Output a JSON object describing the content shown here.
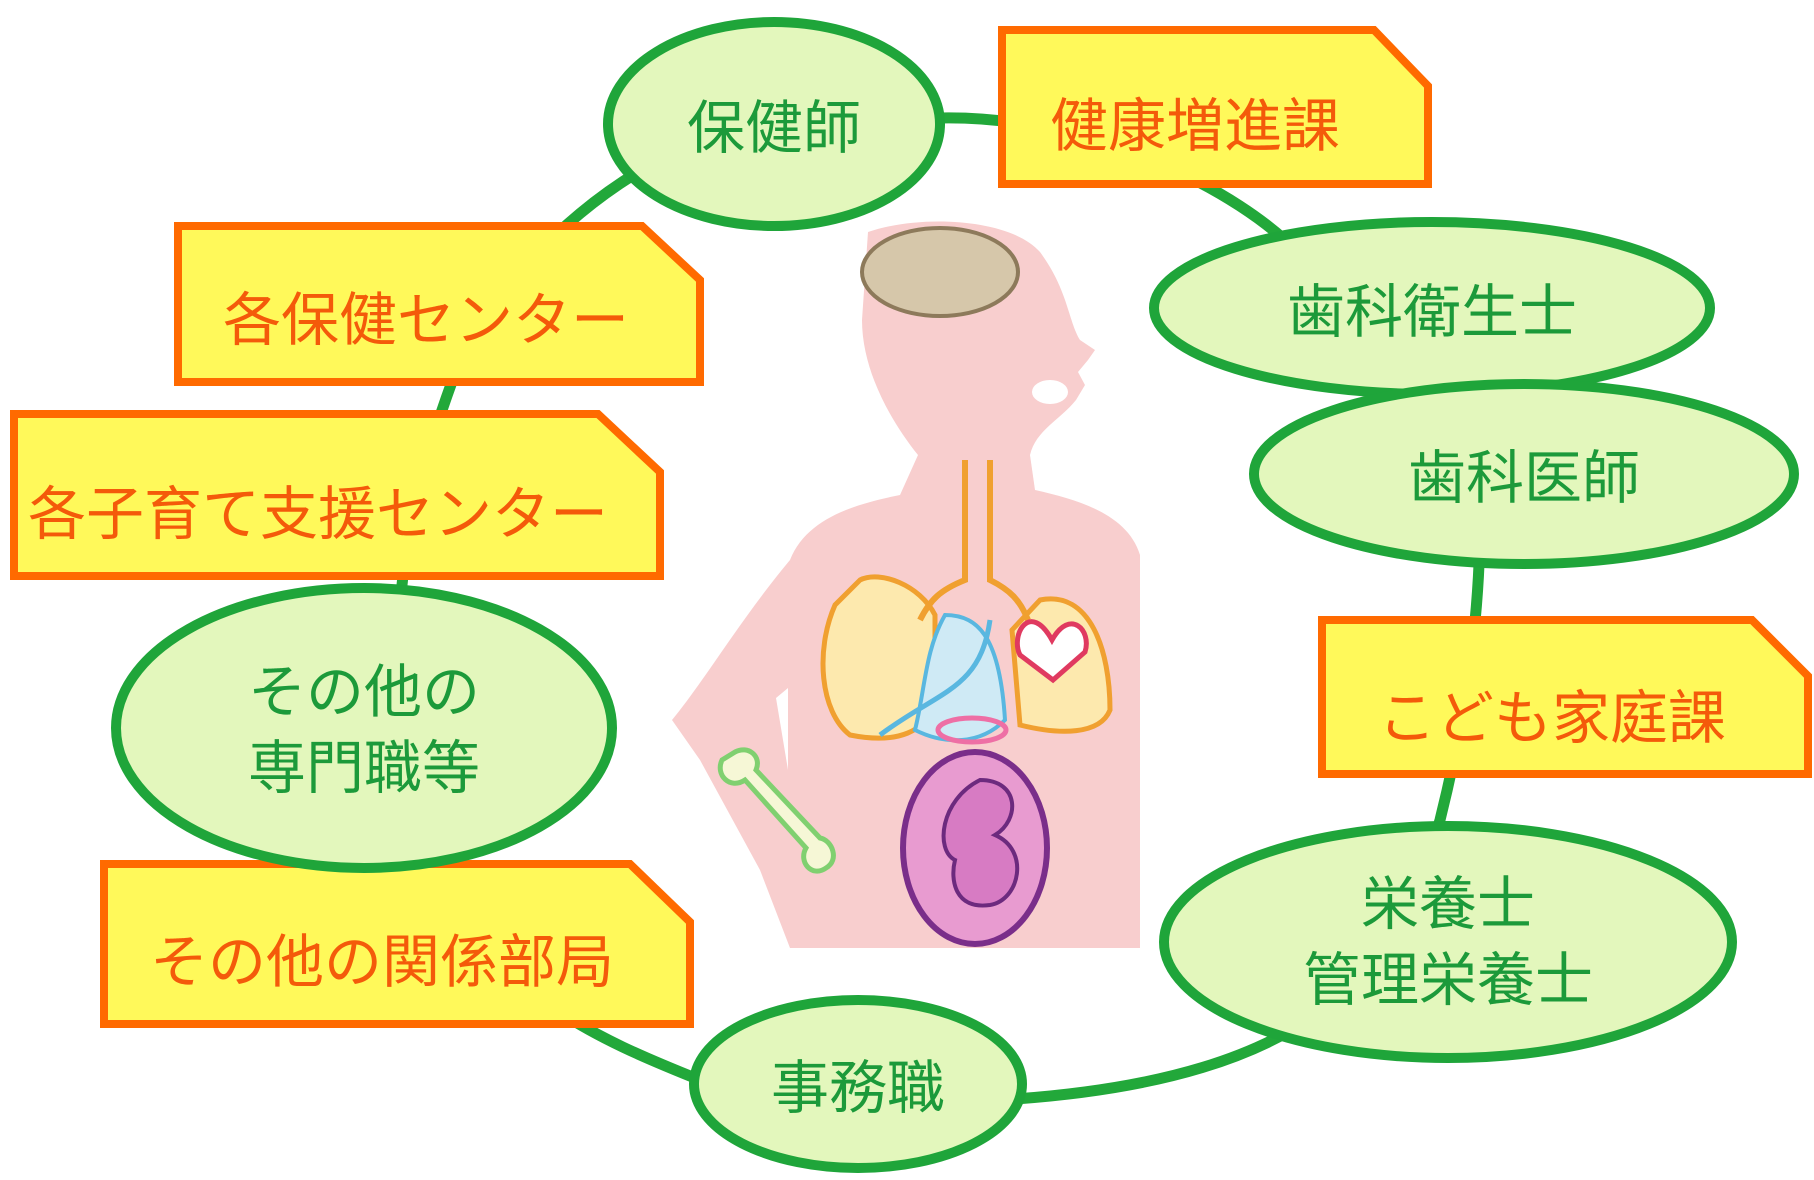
{
  "roles": {
    "public_health_nurse": "保健師",
    "dental_hygienist": "歯科衛生士",
    "dentist": "歯科医師",
    "dietitian_line1": "栄養士",
    "dietitian_line2": "管理栄養士",
    "clerical_staff": "事務職",
    "other_specialists_line1": "その他の",
    "other_specialists_line2": "専門職等"
  },
  "departments": {
    "health_promotion": "健康増進課",
    "health_centers": "各保健センター",
    "child_support_centers": "各子育て支援センター",
    "children_family": "こども家庭課",
    "other_departments": "その他の関係部局"
  },
  "colors": {
    "role_fill": "#e3f7bc",
    "role_stroke": "#1fa53a",
    "role_text": "#1c9a3a",
    "dept_fill": "#fff95a",
    "dept_stroke": "#ff6a00",
    "dept_text": "#f45a0a",
    "body_fill": "#f8cece"
  },
  "icons": {
    "center": "human-body-organs-pregnancy-icon"
  }
}
